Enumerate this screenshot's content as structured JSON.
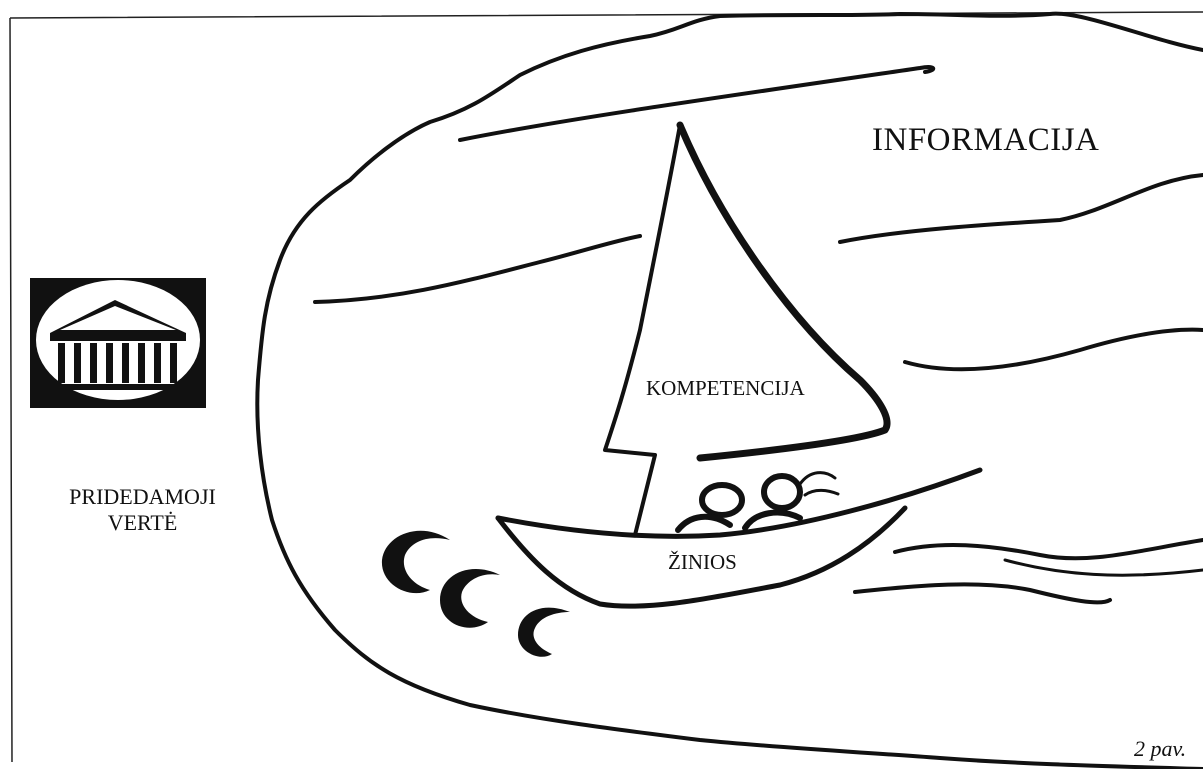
{
  "labels": {
    "information": "INFORMACIJA",
    "competence": "KOMPETENCIJA",
    "knowledge": "ŽINIOS",
    "added_value_line1": "PRIDEDAMOJI",
    "added_value_line2": "VERTĖ",
    "caption": "2 pav."
  },
  "icons": {
    "temple": "greek-temple-icon",
    "boat": "sailboat-icon",
    "people": "two-people-icon",
    "waves": "wave-curl-icon"
  },
  "colors": {
    "ink": "#111111",
    "paper": "#ffffff"
  }
}
